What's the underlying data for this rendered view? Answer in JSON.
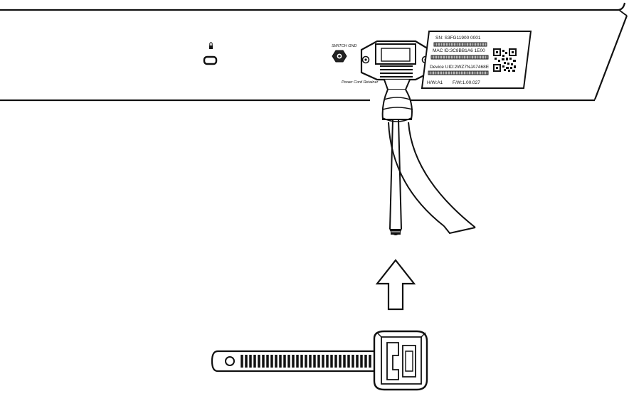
{
  "device_panel": {
    "switch_gnd_label": "SWITCH GND",
    "power_cord_retainer_label": "Power Cord Retainer"
  },
  "label_sticker": {
    "sn": "SN: S3FG11900 0001",
    "mac": "MAC ID:3C8BB1A6 1E00",
    "device_uid": "Device UID:2WZ7NJA7468E",
    "hw": "H/W:A1",
    "fw": "F/W:1.00.027"
  },
  "icons": {
    "lock": "lock-icon",
    "arrow": "arrow-up-icon",
    "qr": "qr-code-icon"
  }
}
